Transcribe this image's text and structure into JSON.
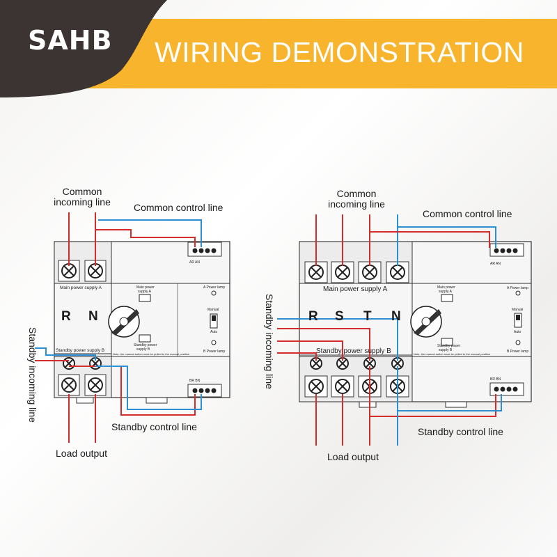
{
  "brand": {
    "logo": "SAHB",
    "title": "WIRING DEMONSTRATION"
  },
  "colors": {
    "banner": "#f7b42c",
    "dark": "#3b3432",
    "red_wire": "#d42b2b",
    "blue_wire": "#2b8fd4"
  },
  "left_diagram": {
    "common_incoming": [
      "Common",
      "incoming line"
    ],
    "common_control": "Common control line",
    "standby_incoming": "Standby incoming line",
    "standby_control": "Standby control line",
    "load_output": "Load output",
    "terminals": [
      "R",
      "N"
    ],
    "main_supply": "Main power supply A",
    "standby_supply": "Standby power supply B",
    "a_lamp": "A Power lamp",
    "b_lamp": "B Power lamp",
    "manual": "Manual",
    "auto": "Auto",
    "main_ind": [
      "Main power",
      "supply A"
    ],
    "standby_ind": [
      "Standby power",
      "supply B"
    ],
    "note": "Note: the manual switch must be pulled to the manual position",
    "ctrl_top": "AR AN",
    "ctrl_bottom": "BR BN"
  },
  "right_diagram": {
    "common_incoming": [
      "Common",
      "incoming line"
    ],
    "common_control": "Common control line",
    "standby_incoming": "Standby incoming line",
    "standby_control": "Standby control line",
    "load_output": "Load output",
    "terminals": [
      "R",
      "S",
      "T",
      "N"
    ],
    "main_supply": "Main power supply A",
    "standby_supply": "Standby power supply B",
    "a_lamp": "A Power lamp",
    "b_lamp": "B Power lamp",
    "manual": "Manual",
    "auto": "Auto",
    "main_ind": [
      "Main power",
      "supply A"
    ],
    "standby_ind": [
      "Standby power",
      "supply B"
    ],
    "note": "Note: the manual switch must be pulled to the manual position",
    "ctrl_top": "AR AN",
    "ctrl_bottom": "BR BN"
  }
}
